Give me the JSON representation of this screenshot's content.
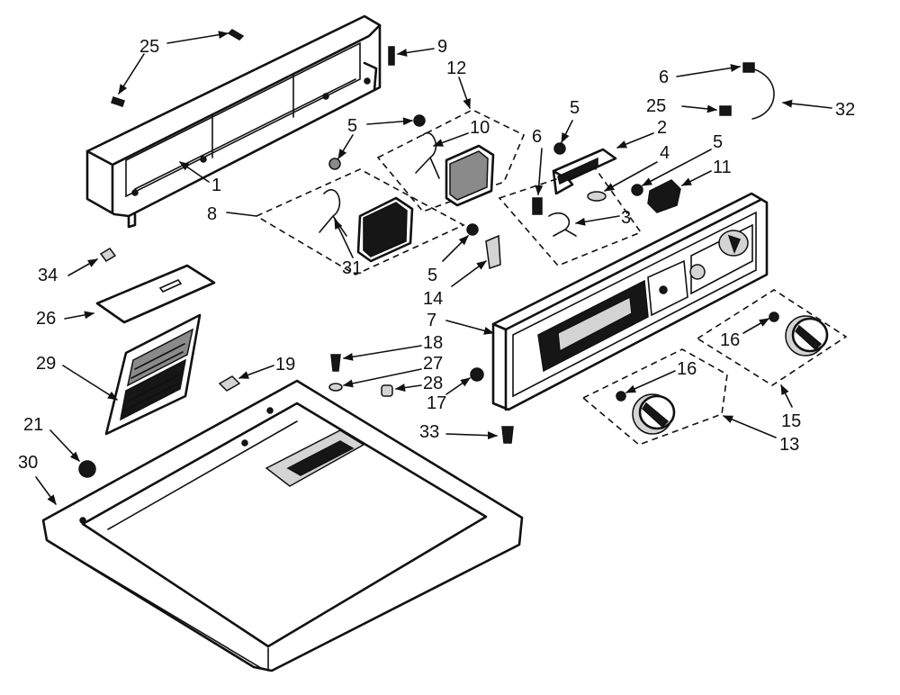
{
  "diagram": {
    "callouts": [
      {
        "id": "c25a",
        "text": "25"
      },
      {
        "id": "c9",
        "text": "9"
      },
      {
        "id": "c12",
        "text": "12"
      },
      {
        "id": "c1",
        "text": "1"
      },
      {
        "id": "c5a",
        "text": "5"
      },
      {
        "id": "c10",
        "text": "10"
      },
      {
        "id": "c8",
        "text": "8"
      },
      {
        "id": "c31",
        "text": "31"
      },
      {
        "id": "c6a",
        "text": "6"
      },
      {
        "id": "c25b",
        "text": "25"
      },
      {
        "id": "c32",
        "text": "32"
      },
      {
        "id": "c5b",
        "text": "5"
      },
      {
        "id": "c6b",
        "text": "6"
      },
      {
        "id": "c2",
        "text": "2"
      },
      {
        "id": "c4",
        "text": "4"
      },
      {
        "id": "c5c",
        "text": "5"
      },
      {
        "id": "c11",
        "text": "11"
      },
      {
        "id": "c3",
        "text": "3"
      },
      {
        "id": "c5d",
        "text": "5"
      },
      {
        "id": "c14",
        "text": "14"
      },
      {
        "id": "c7",
        "text": "7"
      },
      {
        "id": "c34",
        "text": "34"
      },
      {
        "id": "c26",
        "text": "26"
      },
      {
        "id": "c29",
        "text": "29"
      },
      {
        "id": "c19",
        "text": "19"
      },
      {
        "id": "c18",
        "text": "18"
      },
      {
        "id": "c27",
        "text": "27"
      },
      {
        "id": "c28",
        "text": "28"
      },
      {
        "id": "c17",
        "text": "17"
      },
      {
        "id": "c33",
        "text": "33"
      },
      {
        "id": "c16a",
        "text": "16"
      },
      {
        "id": "c16b",
        "text": "16"
      },
      {
        "id": "c15",
        "text": "15"
      },
      {
        "id": "c13",
        "text": "13"
      },
      {
        "id": "c21",
        "text": "21"
      },
      {
        "id": "c30",
        "text": "30"
      }
    ]
  }
}
